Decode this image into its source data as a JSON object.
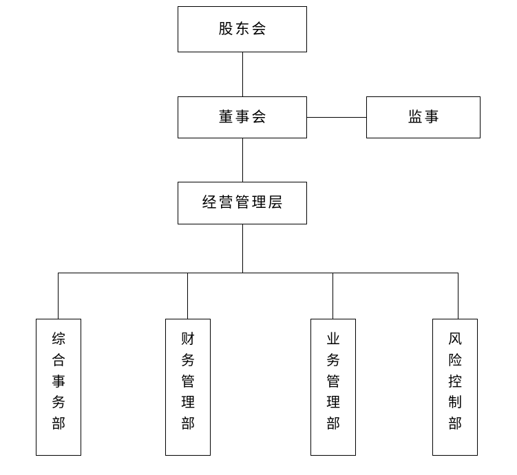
{
  "diagram": {
    "type": "organization-chart",
    "orientation": "top-down",
    "background_color": "#ffffff",
    "line_color": "#000000",
    "text_color": "#000000",
    "nodes": {
      "shareholders": {
        "label": "股东会"
      },
      "board": {
        "label": "董事会"
      },
      "supervisor": {
        "label": "监事"
      },
      "management": {
        "label": "经营管理层"
      },
      "general_affairs": {
        "label": "综合事务部"
      },
      "finance": {
        "label": "财务管理部"
      },
      "business": {
        "label": "业务管理部"
      },
      "risk": {
        "label": "风险控制部"
      }
    },
    "connections": [
      {
        "from": "shareholders",
        "to": "board"
      },
      {
        "from": "board",
        "to": "supervisor"
      },
      {
        "from": "board",
        "to": "management"
      },
      {
        "from": "management",
        "to": "general_affairs"
      },
      {
        "from": "management",
        "to": "finance"
      },
      {
        "from": "management",
        "to": "business"
      },
      {
        "from": "management",
        "to": "risk"
      }
    ]
  }
}
